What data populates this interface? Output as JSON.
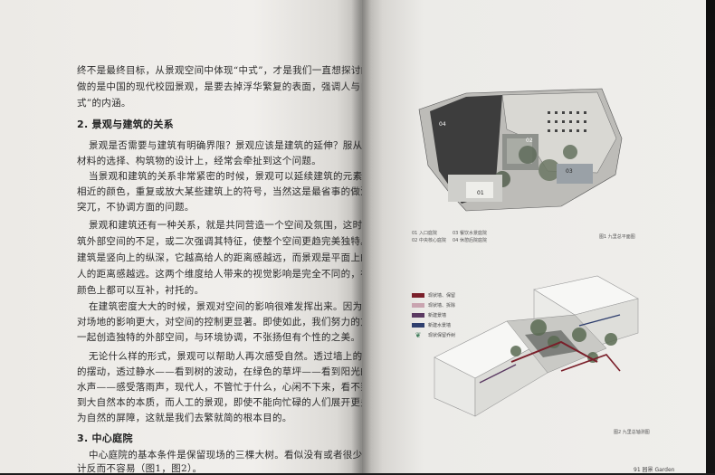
{
  "left_page": {
    "lines": [
      "终不是最终目标，从景观空间中体现“中式”，才是我们一直想探讨的，我们努力要",
      "做的是中国的现代校园景观，是要去掉浮华繁复的表面，强调人与自然的关系，提取“中",
      "式”的内涵。",
      "2. 景观与建筑的关系",
      "景观是否需要与建筑有明确界限？景观应该是建筑的延伸？服从？衬托？在景观",
      "材料的选择、构筑物的设计上，经常会牵扯到这个问题。",
      "当景观和建筑的关系非常紧密的时候，景观可以延续建筑的元素，用一样的材料，",
      "相近的颜色，重复或放大某些建筑上的符号，当然这是最省事的做法，一般不会出现",
      "突兀，不协调方面的问题。",
      "景观和建筑还有一种关系，就是共同营造一个空间及氛围，这时的景观或许补",
      "筑外部空间的不足，或二次强调其特征，使整个空间更趋完美独特。从空间的角度讲，",
      "建筑是竖向上的纵深，它越高给人的距离感越远，而景观是平面上的纵深，它越长给",
      "人的距离感越远。这两个维度给人带来的视觉影响是完全不同的，在质感、形态上，",
      "颜色上都可以互补，衬托的。",
      "在建筑密度大大的时候，景观对空间的影响很难发挥出来。因为建筑是纵向上进深，",
      "对场地的影响更大，对空间的控制更显著。即使如此，我们努力的方向仍然是与建筑",
      "一起创造独特的外部空间，与环境协调，不张扬但有个性的之美。",
      "无论什么样的形式，景观可以帮助人再次感受自然。透过墙上的树影——看到风",
      "的摆动，透过静水——看到树的波动，在绿色的草坪——看到阳光的透明度，透过流",
      "水声——感受落雨声，现代人，不管忙于什么，心闲不下来，看不到，听不到，触不",
      "到大自然本的本质，而人工的景观，即使不能向忙碌的人们展开更多的自然，至少不能成",
      "为自然的屏障，这就是我们去繁就简的根本目的。",
      "3. 中心庭院",
      "中心庭院的基本条件是保留现场的三棵大树。看似没有或者很少限制的时候，设计",
      "计反而不容易（图1，图2）。"
    ]
  },
  "right_page": {
    "figure1": {
      "zones": [
        "01",
        "02",
        "03",
        "04"
      ],
      "legend": [
        "01 入口庭院",
        "02 中央核心庭院",
        "03 餐饮水景庭院",
        "04 休憩后院庭院"
      ],
      "caption": "图1 九里总平面图"
    },
    "figure2": {
      "legend": [
        {
          "label": "现状墙、保留",
          "color": "#7a1f2a"
        },
        {
          "label": "现状墙、拆除",
          "color": "#c9a4b0"
        },
        {
          "label": "新建景墙",
          "color": "#5b3a62"
        },
        {
          "label": "新建水景墙",
          "color": "#2f3f6e"
        },
        {
          "label": "现状保留乔树",
          "color": "#3f7c5a"
        }
      ],
      "caption": "图2 九里总轴测图"
    },
    "folio": "91  园景 Garden"
  }
}
